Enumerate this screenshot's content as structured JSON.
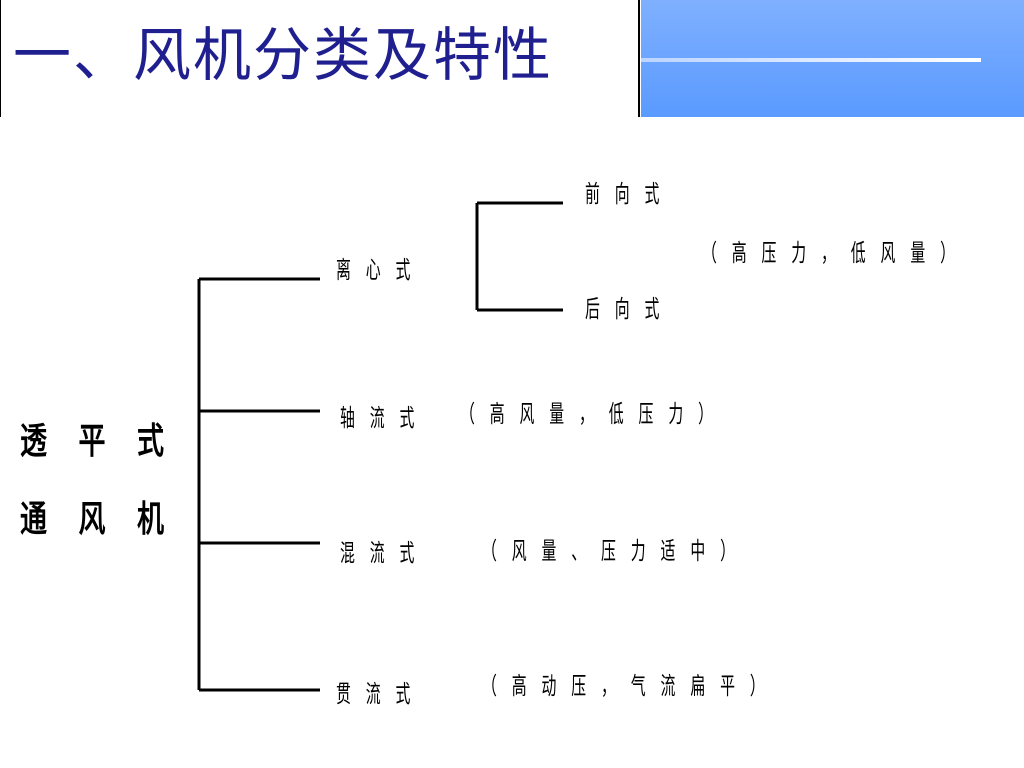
{
  "slide": {
    "title": "一、风机分类及特性"
  },
  "diagram": {
    "root": {
      "line1": "透平式",
      "line2": "通风机"
    },
    "branches": [
      {
        "label": "离心式"
      },
      {
        "label": "轴流式",
        "note": "（高风量，低压力）"
      },
      {
        "label": "混流式",
        "note": "（风量、压力适中）"
      },
      {
        "label": "贯流式",
        "note": "（高动压，气流扁平）"
      }
    ],
    "centrifugal_subtypes": [
      {
        "label": "前向式"
      },
      {
        "label": "后向式"
      }
    ],
    "centrifugal_note": "（高压力，低风量）"
  }
}
